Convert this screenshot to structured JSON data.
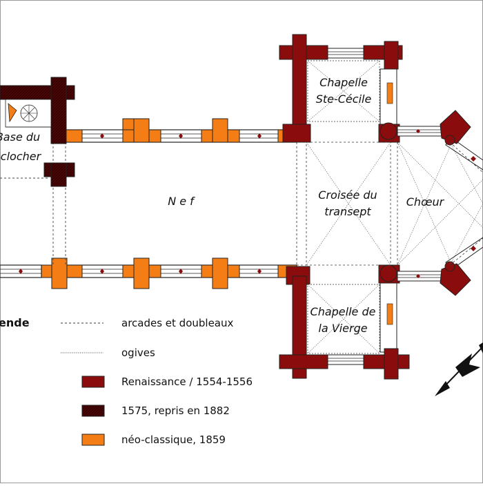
{
  "plan": {
    "rooms": {
      "chapelle_cecile": [
        "Chapelle",
        "Ste-Cécile"
      ],
      "base_clocher": [
        "Base du",
        "clocher"
      ],
      "nef": "N e f",
      "croisee": [
        "Croisée du",
        "transept"
      ],
      "choeur": "Chœur",
      "chapelle_vierge": [
        "Chapelle de",
        "la Vierge"
      ]
    }
  },
  "legend": {
    "title": "ende",
    "items": [
      {
        "label": "arcades et doubleaux",
        "kind": "dashed-line"
      },
      {
        "label": "ogives",
        "kind": "dotted-line"
      },
      {
        "label": "Renaissance / 1554-1556",
        "kind": "swatch",
        "color": "#8b0c0c"
      },
      {
        "label": "1575, repris en 1882",
        "kind": "swatch",
        "color": "#4a0505"
      },
      {
        "label": "néo-classique, 1859",
        "kind": "swatch",
        "color": "#f47d16"
      }
    ]
  },
  "colors": {
    "renaissance": "#8b0c0c",
    "repris_1882": "#4a0505",
    "neo_classique": "#f47d16",
    "outline": "#222222"
  },
  "north_arrow": {
    "icon": "north-arrow-icon"
  }
}
